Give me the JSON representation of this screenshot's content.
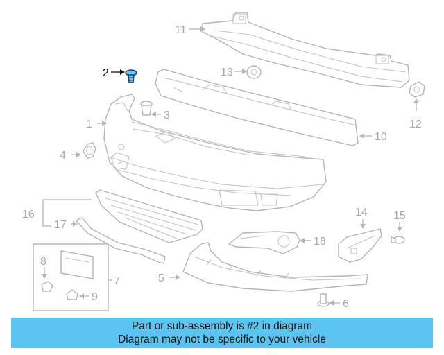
{
  "callouts": {
    "c1": "1",
    "c2": "2",
    "c3": "3",
    "c4": "4",
    "c5": "5",
    "c6": "6",
    "c7": "7",
    "c8": "8",
    "c9": "9",
    "c10": "10",
    "c11": "11",
    "c12": "12",
    "c13": "13",
    "c14": "14",
    "c15": "15",
    "c16": "16",
    "c17": "17",
    "c18": "18"
  },
  "highlighted_part": "2",
  "banner": {
    "line1": "Part or sub-assembly is #2 in diagram",
    "line2": "Diagram may not be specific to your vehicle",
    "background": "#5bc4f1"
  },
  "colors": {
    "highlight_fill": "#6ec6f0",
    "highlight_stroke": "#1e3d6b",
    "line_art": "#b5b5b5"
  }
}
